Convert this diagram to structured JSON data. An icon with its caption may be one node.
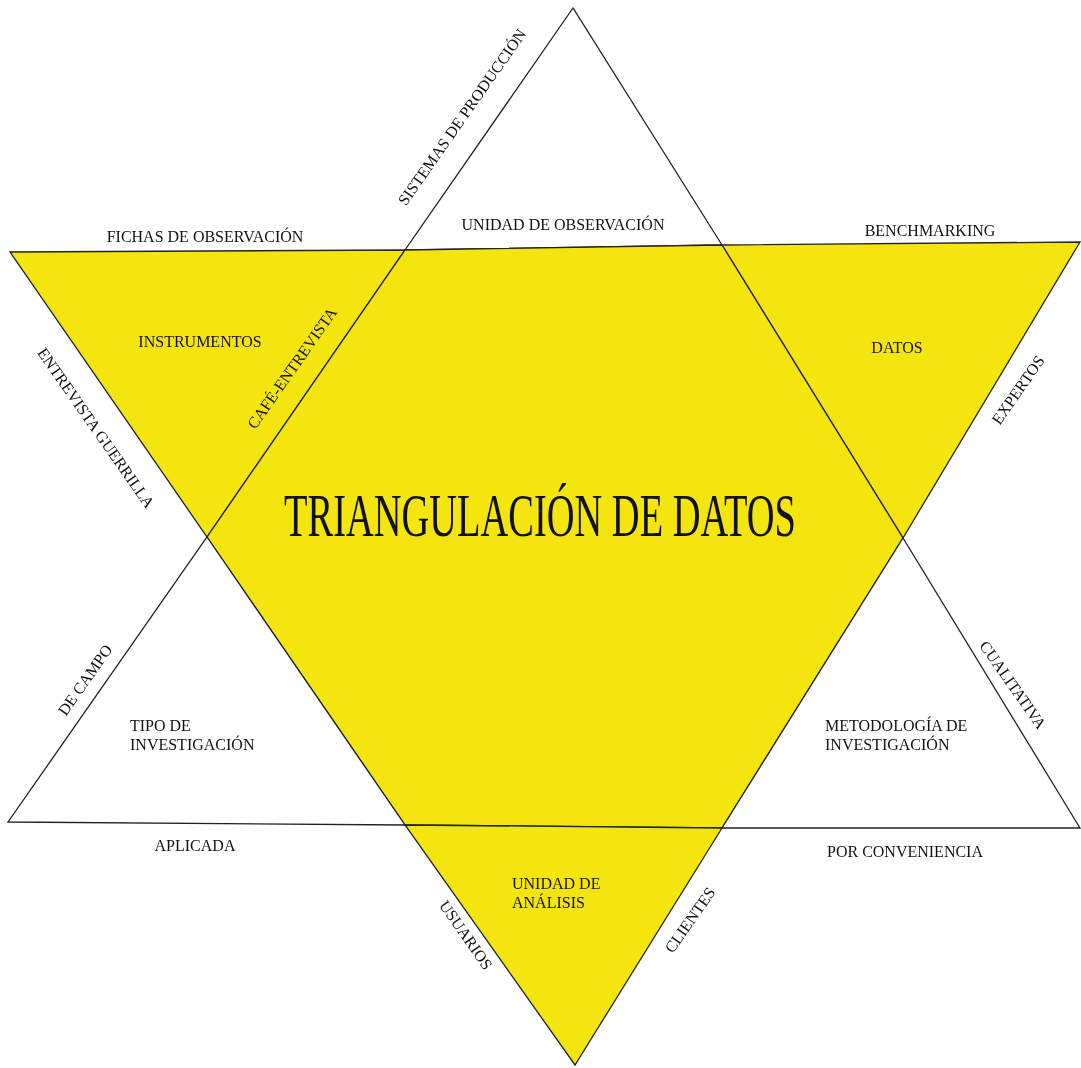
{
  "diagram": {
    "nodes": [
      {
        "text": [
          "UNIDAD DE OBSERVACIÓN"
        ],
        "beside": [
          "SISTEMAS DE PRODUCCIÓN"
        ]
      },
      {
        "text": [
          "INSTRUMENTOS",
          "CAFÉ-ENTREVISTA"
        ],
        "beside": [
          "FICHAS DE OBSERVACIÓN",
          "ENTREVISTA GUERRILLA"
        ]
      },
      {
        "text": [
          "DATOS"
        ],
        "beside": [
          "BENCHMARKING",
          "EXPERTOS"
        ]
      },
      {
        "text": [
          "TRIANGULACIÓN DE DATOS"
        ]
      },
      {
        "text": [
          "TIPO DE INVESTIGACIÓN"
        ],
        "beside": [
          "DE CAMPO",
          "APLICADA"
        ]
      },
      {
        "text": [
          "METODOLOGÍA DE INVESTIGACIÓN"
        ],
        "beside": [
          "CUALITATIVA",
          "POR CONVENIENCIA"
        ]
      },
      {
        "text": [
          "UNIDAD DE ANÁLISIS"
        ],
        "beside": [
          "USUARIOS",
          "CLIENTES"
        ]
      }
    ]
  }
}
